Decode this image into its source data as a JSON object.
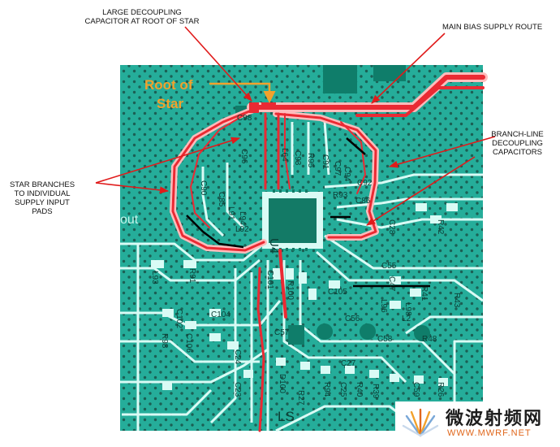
{
  "callouts": {
    "large_cap": [
      "LARGE DECOUPLING",
      "CAPACITOR AT ROOT OF STAR"
    ],
    "main_bias": "MAIN BIAS SUPPLY ROUTE",
    "branch_line": [
      "BRANCH-LINE",
      "DECOUPLING",
      "CAPACITORS"
    ],
    "star_branches": [
      "STAR BRANCHES",
      "TO INDIVIDUAL",
      "SUPPLY INPUT",
      "PADS"
    ]
  },
  "board": {
    "root_label": [
      "Root of",
      "Star"
    ],
    "chip_label": "U4",
    "edge_label": "out",
    "bottom_label": "LS",
    "component_labels": [
      "C98",
      "C96",
      "L64",
      "C93",
      "R95",
      "C91",
      "C97",
      "C94",
      "C90",
      "C92",
      "R93",
      "C86",
      "C85",
      "L91",
      "L94",
      "L92",
      "L93",
      "R91",
      "C101",
      "R100",
      "C102",
      "C104",
      "R98",
      "C106",
      "C105",
      "L96",
      "L98",
      "C57",
      "C47",
      "R41",
      "R43",
      "C58",
      "R48",
      "C27",
      "C24",
      "C23",
      "D100",
      "R94",
      "C25",
      "R40",
      "R39",
      "R27",
      "R26",
      "C28",
      "R42",
      "C56",
      "L2",
      "C59",
      "C55"
    ]
  },
  "colors": {
    "board": "#25ad9a",
    "trace": "#d9fbf5",
    "route": "#ea2a33",
    "annotation_orange": "#f2a12c",
    "arrow": "#e01b1b"
  },
  "watermark": {
    "chinese": "微波射频网",
    "url": "WWW.MWRF.NET"
  }
}
